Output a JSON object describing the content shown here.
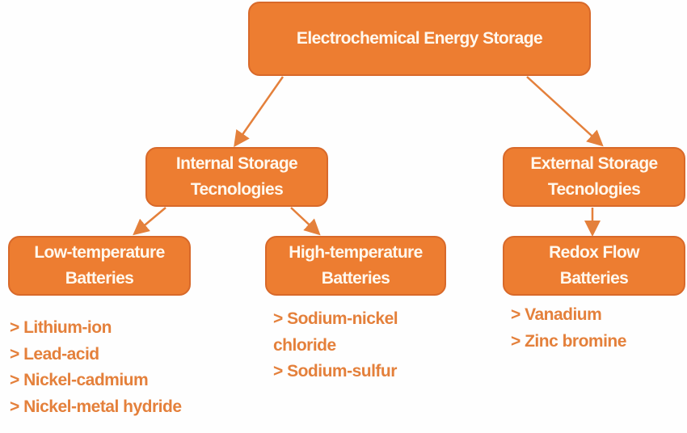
{
  "root": {
    "label": "Electrochemical Energy Storage"
  },
  "internal": {
    "line1": "Internal Storage",
    "line2": "Tecnologies"
  },
  "external": {
    "line1": "External Storage",
    "line2": "Tecnologies"
  },
  "low_temp": {
    "line1": "Low-temperature",
    "line2": "Batteries",
    "items": [
      "> Lithium-ion",
      "> Lead-acid",
      "> Nickel-cadmium",
      "> Nickel-metal hydride"
    ]
  },
  "high_temp": {
    "line1": "High-temperature",
    "line2": "Batteries",
    "items": [
      "> Sodium-nickel",
      "chloride",
      "> Sodium-sulfur"
    ]
  },
  "redox": {
    "line1": "Redox Flow",
    "line2": "Batteries",
    "items": [
      "> Vanadium",
      "> Zinc bromine"
    ]
  },
  "colors": {
    "box": "#ED7D31",
    "text": "#E4803B"
  }
}
